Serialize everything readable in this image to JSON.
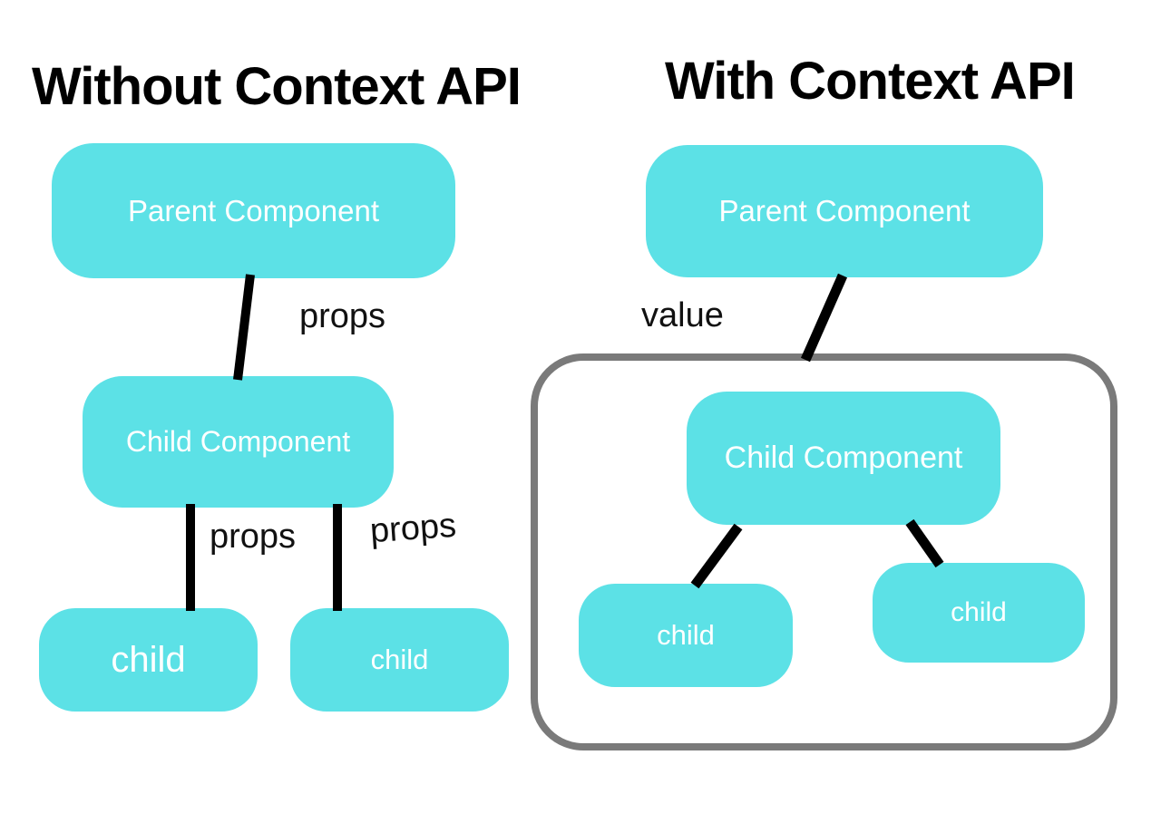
{
  "colors": {
    "background": "#FFFFFF",
    "node_fill": "#5CE1E6",
    "node_text": "#FFFFFF",
    "edge": "#000000",
    "edge_label_text": "#111111",
    "title_text": "#000000",
    "context_border": "#7A7A7A"
  },
  "left_panel": {
    "title": "Without Context API",
    "nodes": {
      "parent": "Parent Component",
      "child": "Child Component",
      "leaf_left": "child",
      "leaf_right": "child"
    },
    "edge_labels": {
      "parent_child": "props",
      "child_leaf_left": "props",
      "child_leaf_right": "props"
    }
  },
  "right_panel": {
    "title": "With Context API",
    "nodes": {
      "parent": "Parent Component",
      "child": "Child Component",
      "leaf_left": "child",
      "leaf_right": "child"
    },
    "edge_labels": {
      "parent_context": "value"
    }
  }
}
